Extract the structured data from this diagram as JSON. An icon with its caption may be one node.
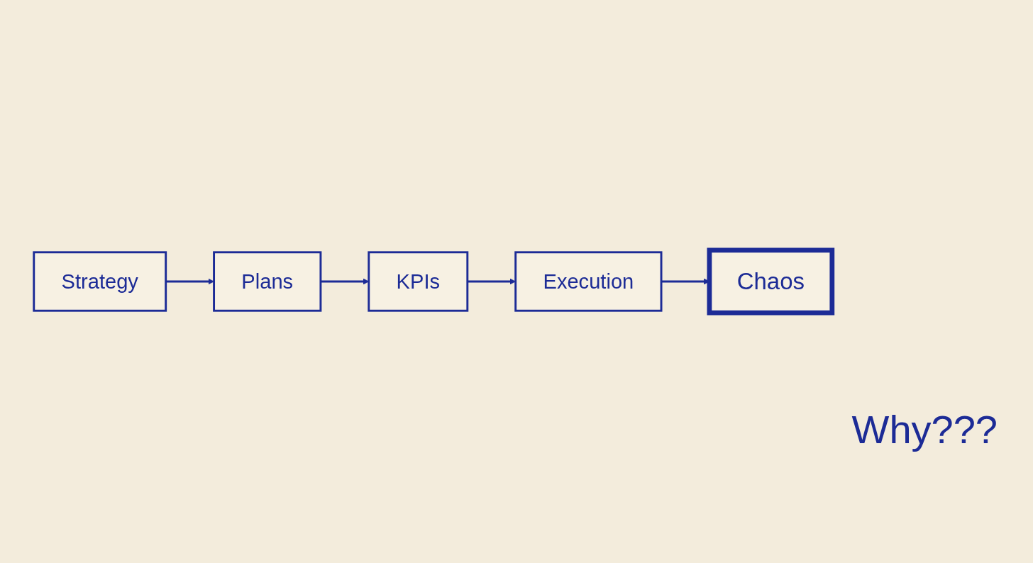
{
  "diagram": {
    "nodes": [
      {
        "text": [
          "Strategy"
        ]
      },
      {
        "text": [
          "Plans"
        ]
      },
      {
        "text": [
          "KPIs"
        ]
      },
      {
        "text": [
          "Execution"
        ]
      },
      {
        "text": [
          "Chaos"
        ]
      }
    ],
    "edges": [
      {
        "from": 0,
        "to": 1,
        "arrow": "to"
      },
      {
        "from": 1,
        "to": 2,
        "arrow": "to"
      },
      {
        "from": 2,
        "to": 3,
        "arrow": "to"
      },
      {
        "from": 3,
        "to": 4,
        "arrow": "to"
      }
    ],
    "labels": [
      "Why???"
    ]
  }
}
